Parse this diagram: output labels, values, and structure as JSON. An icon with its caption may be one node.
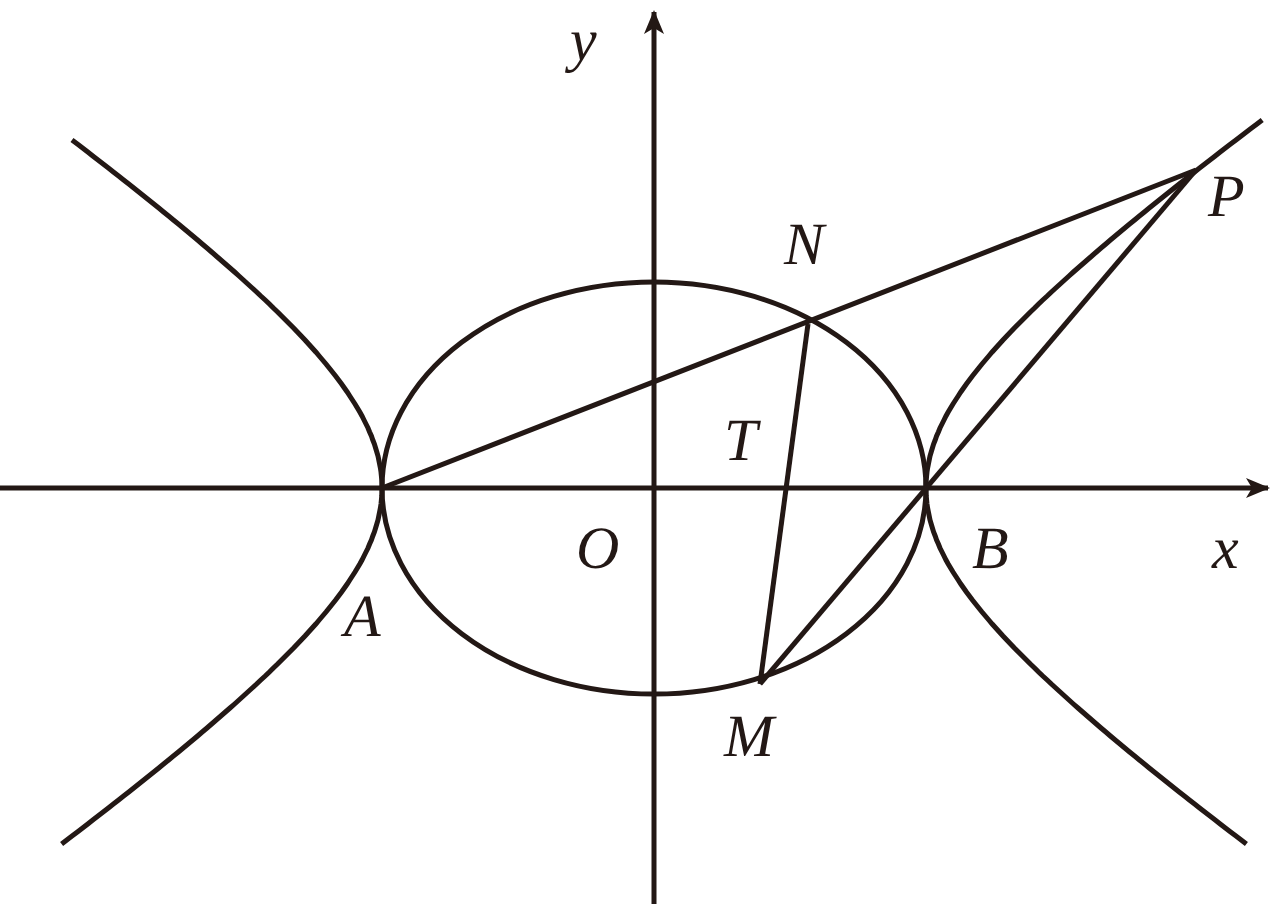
{
  "diagram": {
    "labels": [
      "y",
      "N",
      "P",
      "T",
      "O",
      "B",
      "x",
      "A",
      "M"
    ]
  }
}
